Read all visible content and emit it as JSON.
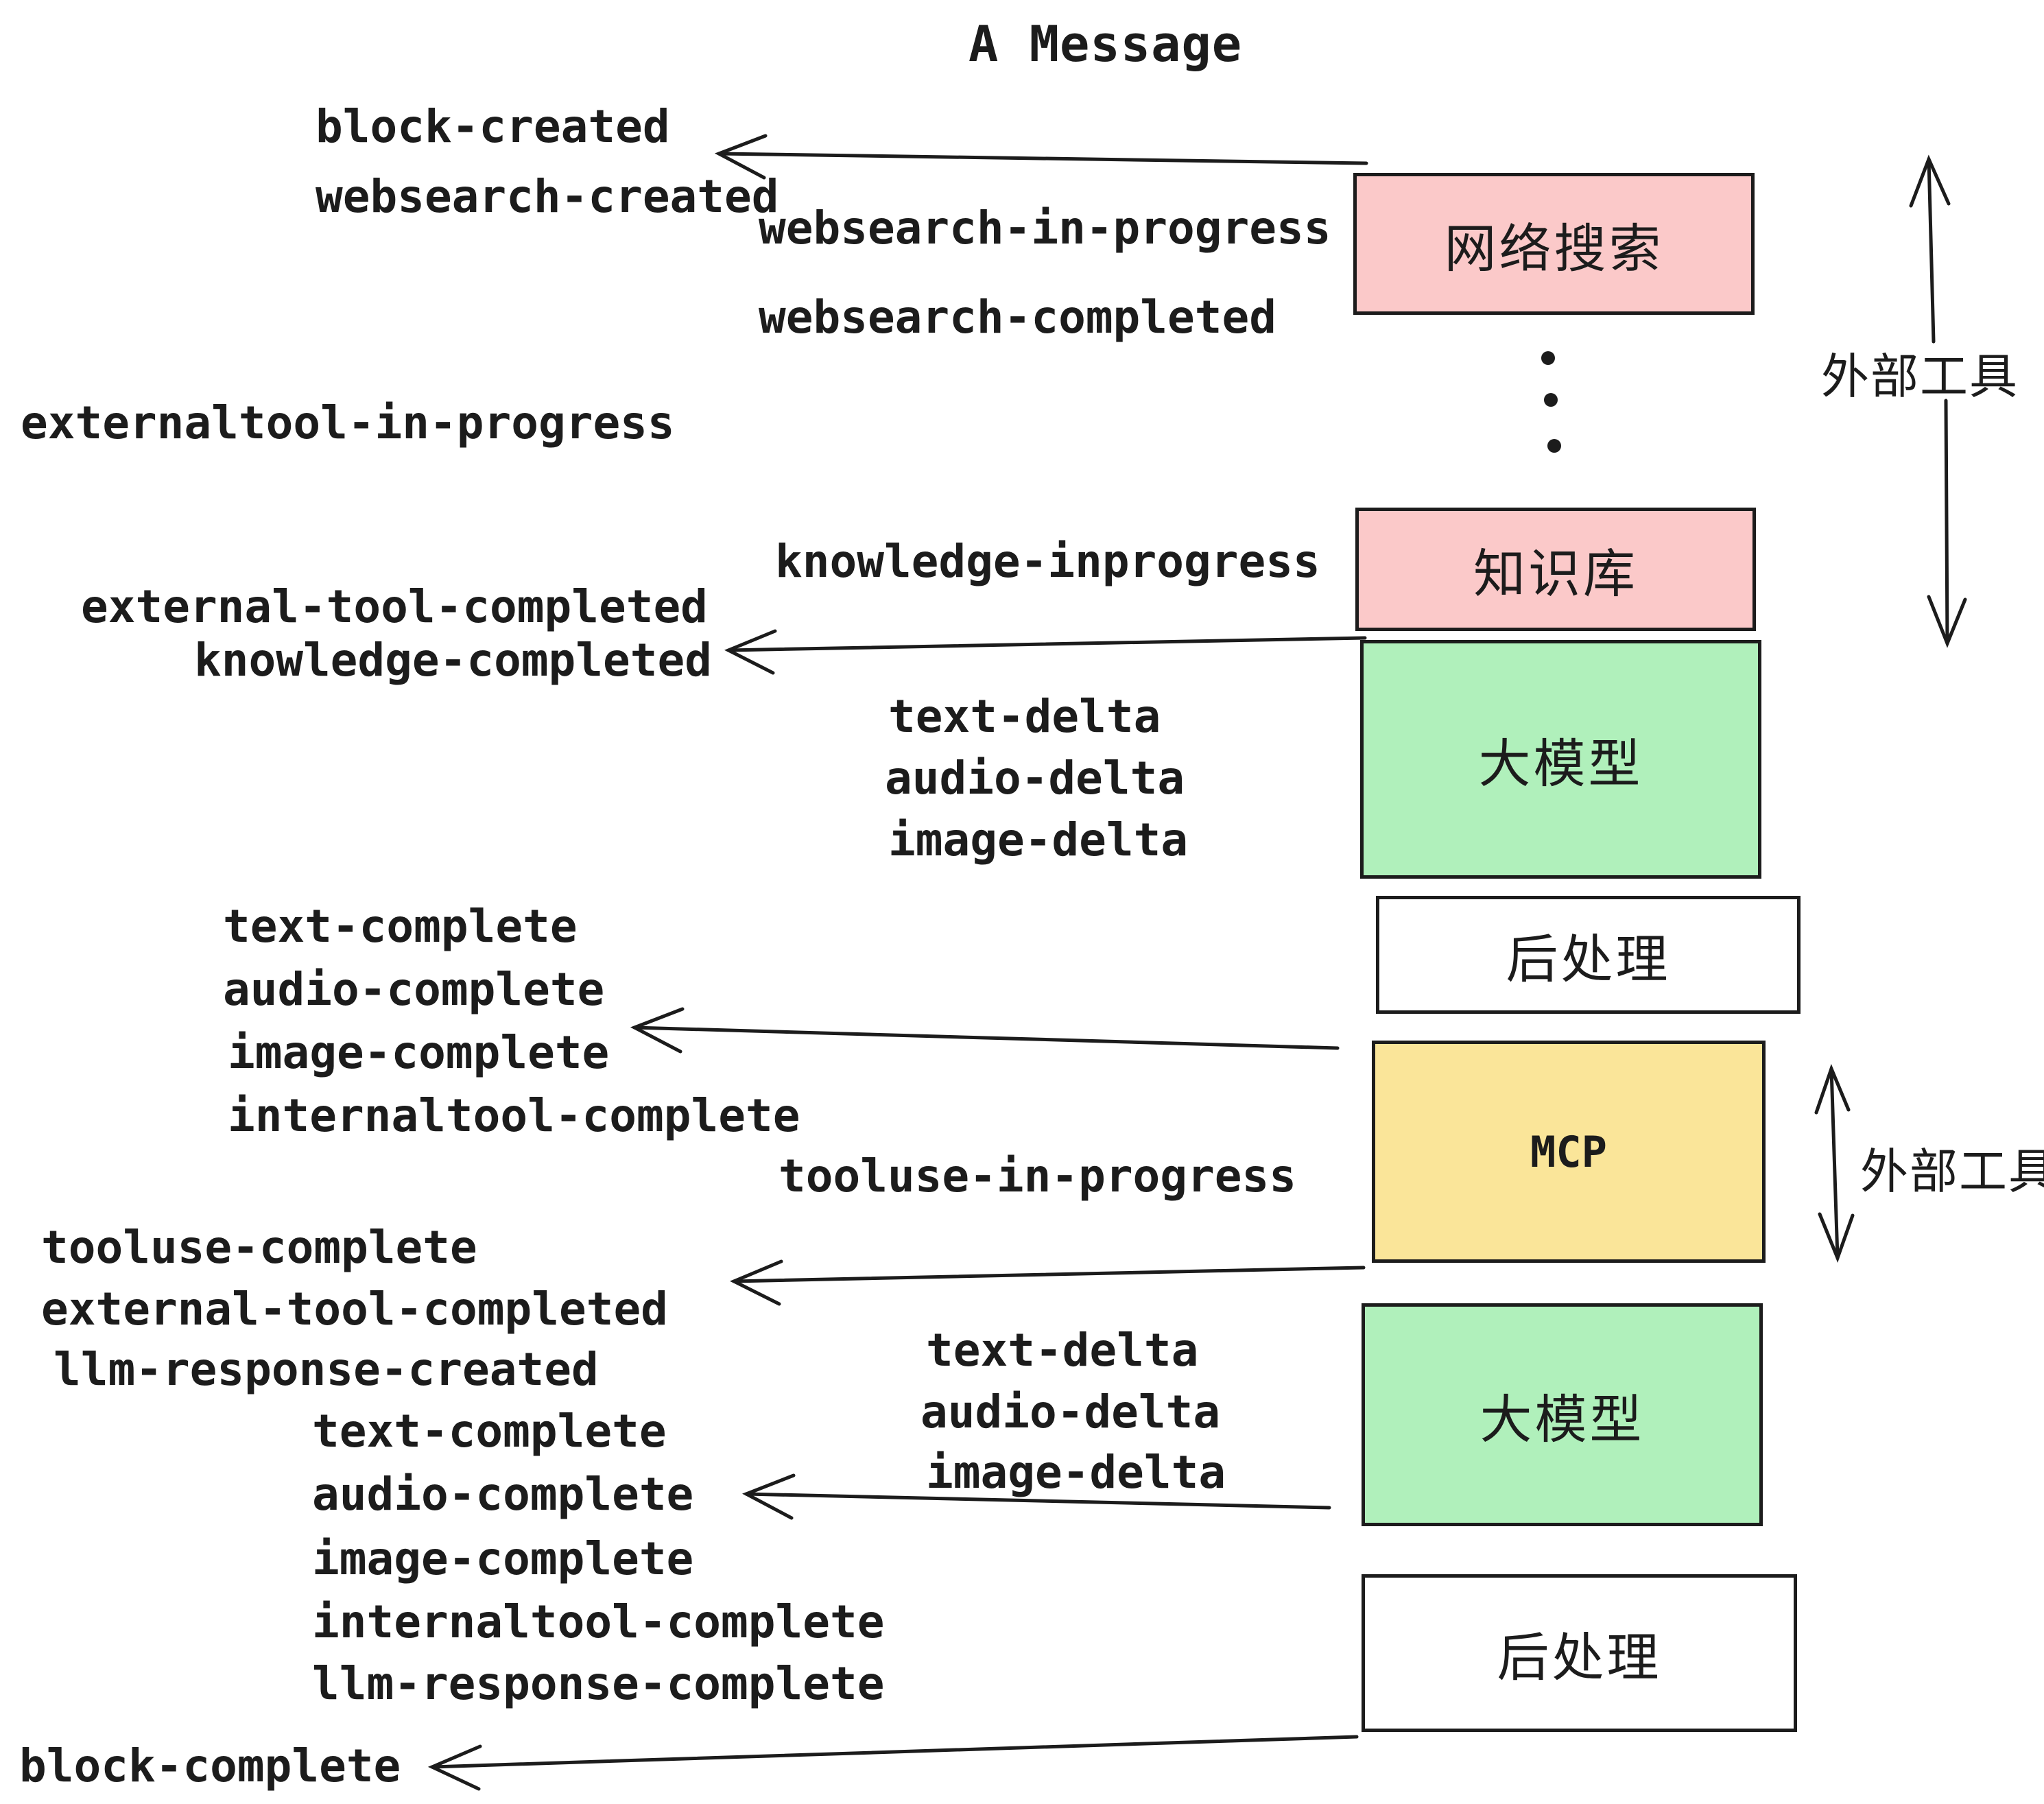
{
  "diagram": {
    "title": "A Message",
    "boxes": [
      {
        "id": "websearch",
        "label": "网络搜索",
        "color": "#fbc9c9"
      },
      {
        "id": "knowledge",
        "label": "知识库",
        "color": "#fbc9c9"
      },
      {
        "id": "llm-1",
        "label": "大模型",
        "color": "#b0f0bb"
      },
      {
        "id": "postprocess-1",
        "label": "后处理",
        "color": "#ffffff"
      },
      {
        "id": "mcp",
        "label": "MCP",
        "color": "#fae599"
      },
      {
        "id": "llm-2",
        "label": "大模型",
        "color": "#b0f0bb"
      },
      {
        "id": "postprocess-2",
        "label": "后处理",
        "color": "#ffffff"
      }
    ],
    "side_labels": {
      "external_tools_top": "外部工具",
      "external_tools_mcp": "外部工具"
    },
    "events": {
      "block_created": "block-created",
      "websearch_created": "websearch-created",
      "websearch_in_progress": "websearch-in-progress",
      "websearch_completed": "websearch-completed",
      "externaltool_in_progress": "externaltool-in-progress",
      "knowledge_inprogress": "knowledge-inprogress",
      "external_tool_completed_1": "external-tool-completed",
      "knowledge_completed": "knowledge-completed",
      "text_delta_1": "text-delta",
      "audio_delta_1": "audio-delta",
      "image_delta_1": "image-delta",
      "text_complete_1": "text-complete",
      "audio_complete_1": "audio-complete",
      "image_complete_1": "image-complete",
      "internaltool_complete_1": "internaltool-complete",
      "tooluse_in_progress": "tooluse-in-progress",
      "tooluse_complete": "tooluse-complete",
      "external_tool_completed_2": "external-tool-completed",
      "llm_response_created": "llm-response-created",
      "text_delta_2": "text-delta",
      "audio_delta_2": "audio-delta",
      "image_delta_2": "image-delta",
      "text_complete_2": "text-complete",
      "audio_complete_2": "audio-complete",
      "image_complete_2": "image-complete",
      "internaltool_complete_2": "internaltool-complete",
      "llm_response_complete": "llm-response-complete",
      "block_complete": "block-complete"
    },
    "colors": {
      "ink": "#1c1c1c",
      "pink": "#fbc9c9",
      "green": "#b0f0bb",
      "yellow": "#fae599",
      "white": "#ffffff"
    }
  }
}
